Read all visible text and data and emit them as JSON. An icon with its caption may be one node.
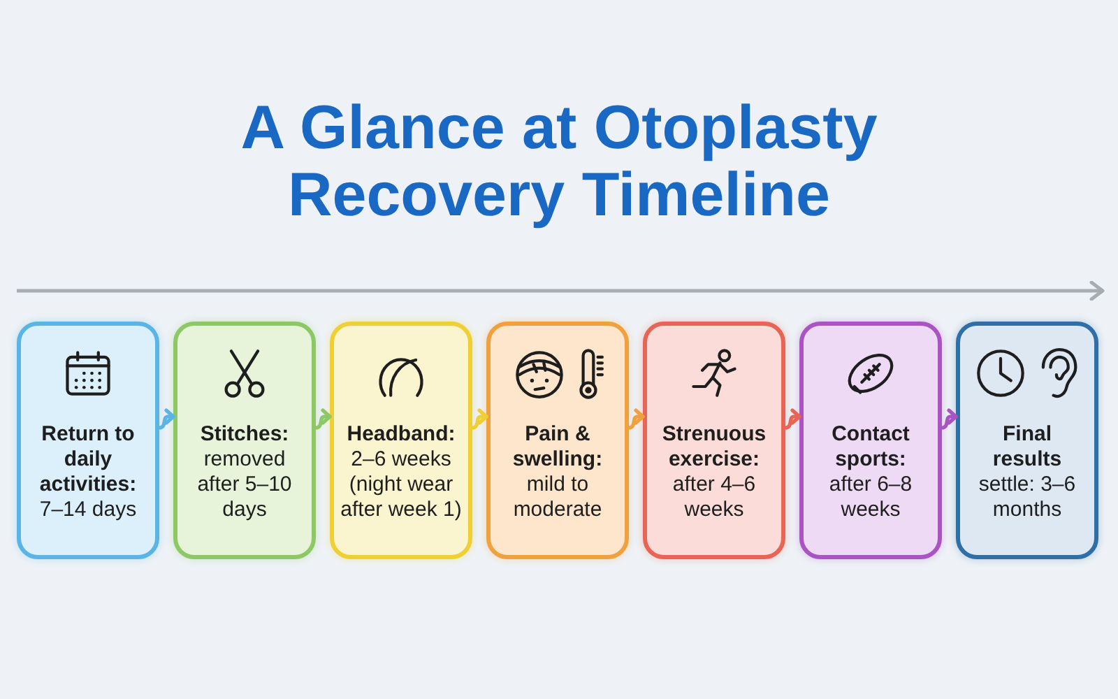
{
  "diagram": {
    "title": "A Glance at Otoplasty Recovery Timeline",
    "nodes": [
      {
        "text": [
          "Return to daily activities:",
          "7–14 days"
        ]
      },
      {
        "text": [
          "Stitches:",
          "removed after 5–10 days"
        ]
      },
      {
        "text": [
          "Headband:",
          "2–6 weeks (night wear after week 1)"
        ]
      },
      {
        "text": [
          "Pain & swelling:",
          "mild to moderate"
        ]
      },
      {
        "text": [
          "Strenuous exercise:",
          "after 4–6 weeks"
        ]
      },
      {
        "text": [
          "Contact sports:",
          "after 6–8 weeks"
        ]
      },
      {
        "text": [
          "Final results",
          "settle: 3–6 months"
        ]
      }
    ],
    "edges": [
      {
        "from": 0,
        "to": 1,
        "arrow": "to",
        "color": "#5ab4e5"
      },
      {
        "from": 1,
        "to": 2,
        "arrow": "to",
        "color": "#8cc865"
      },
      {
        "from": 2,
        "to": 3,
        "arrow": "to",
        "color": "#efcf33"
      },
      {
        "from": 3,
        "to": 4,
        "arrow": "to",
        "color": "#f0a03c"
      },
      {
        "from": 4,
        "to": 5,
        "arrow": "to",
        "color": "#e86454"
      },
      {
        "from": 5,
        "to": 6,
        "arrow": "to",
        "color": "#a954c2"
      }
    ]
  }
}
